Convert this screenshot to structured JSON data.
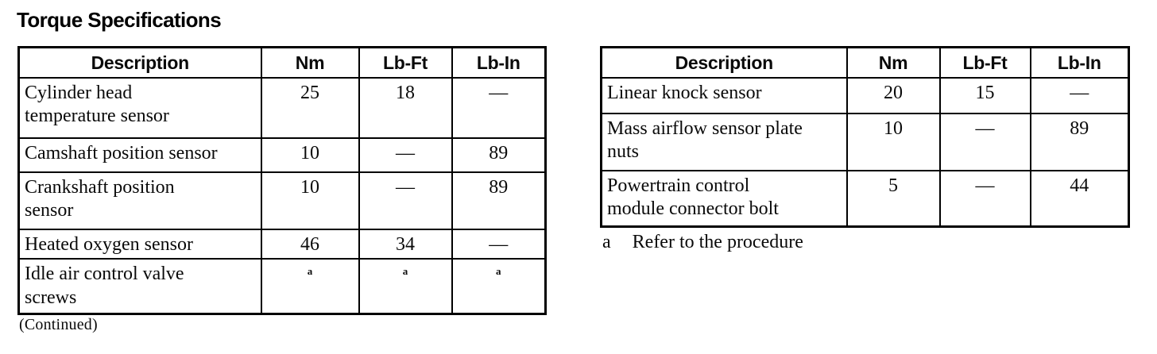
{
  "title": "Torque Specifications",
  "continued": "(Continued)",
  "footnote": {
    "marker": "a",
    "text": "Refer to the procedure"
  },
  "left_table": {
    "headers": {
      "description": "Description",
      "nm": "Nm",
      "lb_ft": "Lb-Ft",
      "lb_in": "Lb-In"
    },
    "rows": [
      {
        "lines": [
          "Cylinder head",
          "temperature sensor"
        ],
        "nm": "25",
        "lb_ft": "18",
        "lb_in": "—"
      },
      {
        "lines": [
          "Camshaft position sensor"
        ],
        "nm": "10",
        "lb_ft": "—",
        "lb_in": "89"
      },
      {
        "lines": [
          "Crankshaft position",
          "sensor"
        ],
        "nm": "10",
        "lb_ft": "—",
        "lb_in": "89"
      },
      {
        "lines": [
          "Heated oxygen sensor"
        ],
        "nm": "46",
        "lb_ft": "34",
        "lb_in": "—"
      },
      {
        "lines": [
          "Idle air control valve",
          "screws"
        ],
        "nm": "a",
        "lb_ft": "a",
        "lb_in": "a"
      }
    ]
  },
  "right_table": {
    "headers": {
      "description": "Description",
      "nm": "Nm",
      "lb_ft": "Lb-Ft",
      "lb_in": "Lb-In"
    },
    "rows": [
      {
        "lines": [
          "Linear knock sensor"
        ],
        "nm": "20",
        "lb_ft": "15",
        "lb_in": "—"
      },
      {
        "lines": [
          "Mass airflow sensor plate",
          "nuts"
        ],
        "nm": "10",
        "lb_ft": "—",
        "lb_in": "89"
      },
      {
        "lines": [
          "Powertrain control",
          "module connector bolt"
        ],
        "nm": "5",
        "lb_ft": "—",
        "lb_in": "44"
      }
    ]
  }
}
